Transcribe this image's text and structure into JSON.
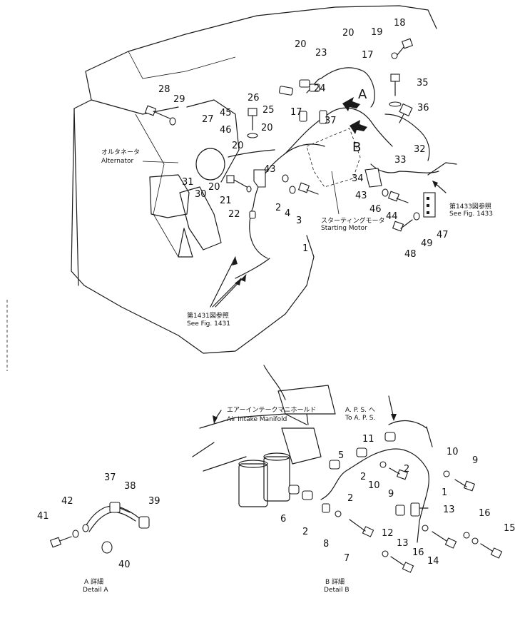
{
  "callouts": [
    {
      "n": "18"
    },
    {
      "n": "19"
    },
    {
      "n": "20"
    },
    {
      "n": "20"
    },
    {
      "n": "23"
    },
    {
      "n": "17"
    },
    {
      "n": "35"
    },
    {
      "n": "24"
    },
    {
      "n": "28"
    },
    {
      "n": "29"
    },
    {
      "n": "26"
    },
    {
      "n": "25"
    },
    {
      "n": "17"
    },
    {
      "n": "36"
    },
    {
      "n": "37"
    },
    {
      "n": "27"
    },
    {
      "n": "45"
    },
    {
      "n": "46"
    },
    {
      "n": "20"
    },
    {
      "n": "32"
    },
    {
      "n": "20"
    },
    {
      "n": "33"
    },
    {
      "n": "43"
    },
    {
      "n": "31"
    },
    {
      "n": "20"
    },
    {
      "n": "30"
    },
    {
      "n": "21"
    },
    {
      "n": "34"
    },
    {
      "n": "43"
    },
    {
      "n": "2"
    },
    {
      "n": "4"
    },
    {
      "n": "3"
    },
    {
      "n": "46"
    },
    {
      "n": "44"
    },
    {
      "n": "22"
    },
    {
      "n": "47"
    },
    {
      "n": "49"
    },
    {
      "n": "48"
    },
    {
      "n": "1"
    },
    {
      "n": "11"
    },
    {
      "n": "5"
    },
    {
      "n": "10"
    },
    {
      "n": "9"
    },
    {
      "n": "2"
    },
    {
      "n": "2"
    },
    {
      "n": "10"
    },
    {
      "n": "9"
    },
    {
      "n": "1"
    },
    {
      "n": "2"
    },
    {
      "n": "13"
    },
    {
      "n": "6"
    },
    {
      "n": "16"
    },
    {
      "n": "15"
    },
    {
      "n": "12"
    },
    {
      "n": "2"
    },
    {
      "n": "8"
    },
    {
      "n": "13"
    },
    {
      "n": "16"
    },
    {
      "n": "7"
    },
    {
      "n": "14"
    },
    {
      "n": "37"
    },
    {
      "n": "38"
    },
    {
      "n": "42"
    },
    {
      "n": "39"
    },
    {
      "n": "41"
    },
    {
      "n": "40"
    }
  ],
  "labels": {
    "alternator_jp": "オルタネータ",
    "alternator_en": "Alternator",
    "starting_motor_jp": "スターティングモータ",
    "starting_motor_en": "Starting Motor",
    "fig1433_jp": "第1433図参照",
    "fig1433_en": "See Fig. 1433",
    "fig1431_jp": "第1431図参照",
    "fig1431_en": "See Fig. 1431",
    "marker_a": "A",
    "marker_b": "B",
    "aps_jp": "A. P. S. へ",
    "aps_en": "To A. P. S.",
    "air_intake_jp": "エアーインテークマニホールド",
    "air_intake_en": "Air Intake Manifold",
    "detail_a_jp": "A 詳細",
    "detail_a_en": "Detail A",
    "detail_b_jp": "B 詳細",
    "detail_b_en": "Detail B"
  },
  "arrow_color": "#1a1a1a"
}
